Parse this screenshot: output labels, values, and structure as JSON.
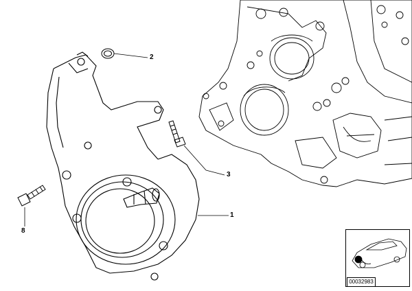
{
  "callouts": {
    "one": "1",
    "two": "2",
    "three": "3",
    "eight": "8"
  },
  "thumbnail": {
    "part_number": "00032983"
  }
}
